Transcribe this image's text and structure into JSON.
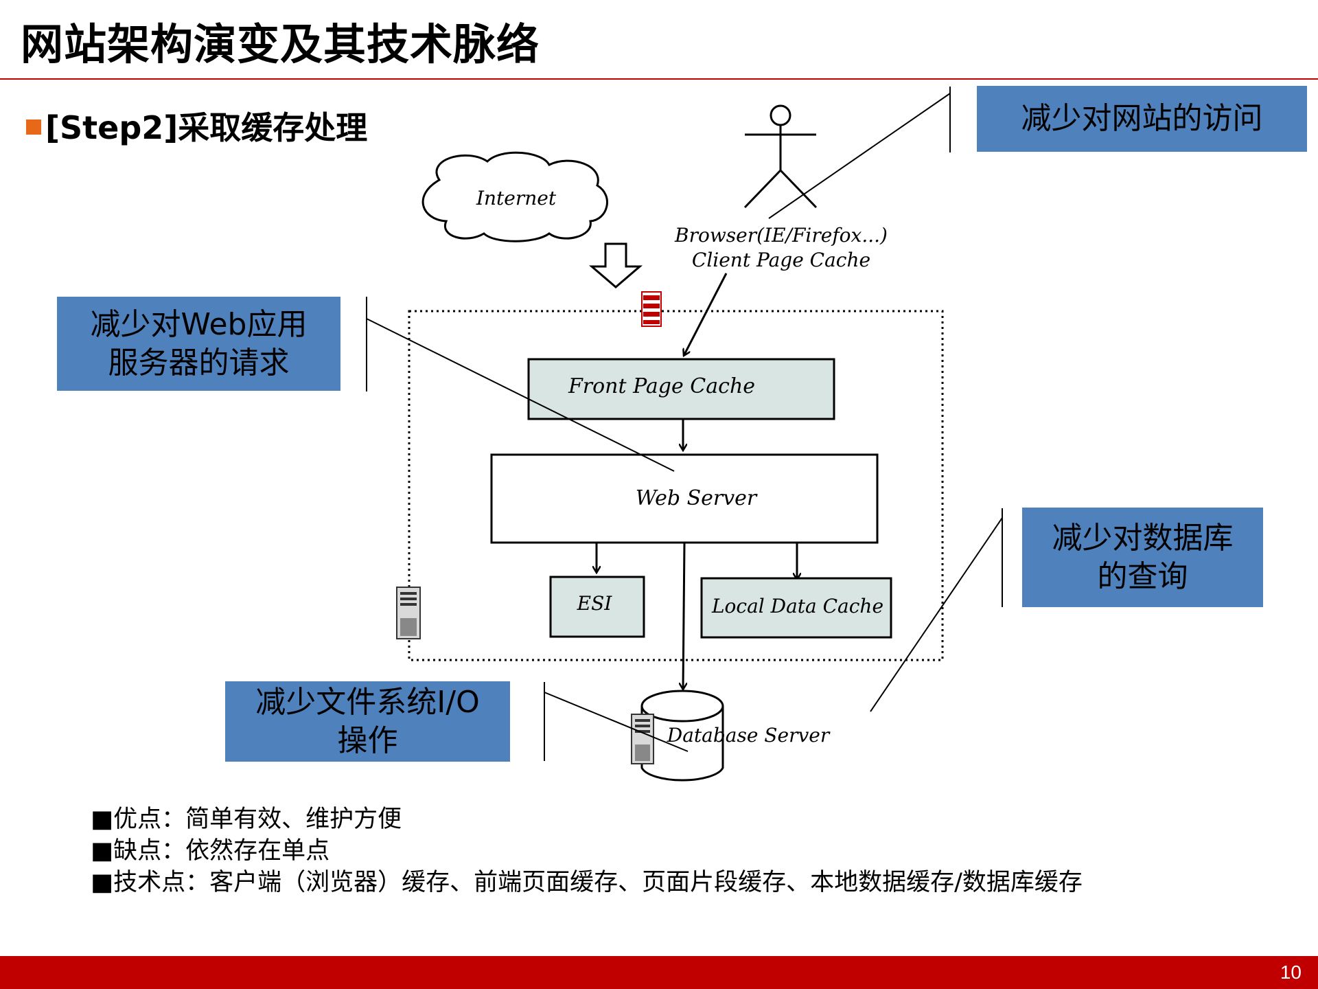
{
  "slide": {
    "title": "网站架构演变及其技术脉络",
    "step_label": "[Step2]采取缓存处理",
    "page_number": "10"
  },
  "callouts": {
    "website_access": "减少对网站的访问",
    "web_app_requests": "减少对Web应用\n服务器的请求",
    "db_queries": "减少对数据库\n的查询",
    "file_io": "减少文件系统I/O\n操作"
  },
  "diagram": {
    "internet": "Internet",
    "browser_line1": "Browser(IE/Firefox...)",
    "browser_line2": "Client Page Cache",
    "front_page_cache": "Front Page Cache",
    "web_server": "Web Server",
    "esi": "ESI",
    "local_data_cache": "Local Data Cache",
    "database_server": "Database Server"
  },
  "bullets": [
    "■优点：简单有效、维护方便",
    "■缺点：依然存在单点",
    "■技术点：客户端（浏览器）缓存、前端页面缓存、页面片段缓存、本地数据缓存/数据库缓存"
  ],
  "colors": {
    "accent_red": "#c00000",
    "callout_blue": "#4f81bd",
    "bullet_orange": "#e8681a",
    "cache_box_fill": "#d9e5e3"
  }
}
